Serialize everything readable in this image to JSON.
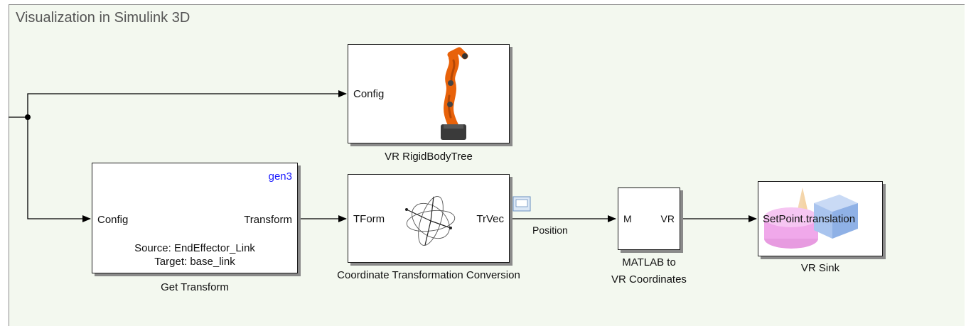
{
  "area": {
    "title": "Visualization in Simulink 3D"
  },
  "blocks": {
    "vr_rigid_body_tree": {
      "name": "VR RigidBodyTree",
      "in_port": "Config"
    },
    "get_transform": {
      "name": "Get Transform",
      "robot_tag": "gen3",
      "in_port": "Config",
      "out_port": "Transform",
      "source": "Source: EndEffector_Link",
      "target": "Target: base_link"
    },
    "coord_conversion": {
      "name": "Coordinate Transformation Conversion",
      "in_port": "TForm",
      "out_port": "TrVec"
    },
    "matlab_to_vr": {
      "name_line1": "MATLAB to",
      "name_line2": "VR Coordinates",
      "in_port": "M",
      "out_port": "VR"
    },
    "vr_sink": {
      "name": "VR Sink",
      "in_port": "SetPoint.translation"
    }
  },
  "signals": {
    "position_label": "Position"
  },
  "colors": {
    "robot_orange": "#e8620a",
    "robot_base": "#3a3a3a",
    "port_text": "#111111",
    "robot_tag": "#1a1aff",
    "subsystem_bg": "#f3f8ef"
  },
  "icons": {
    "robot_arm": "robot-arm-icon",
    "rotation_axes": "rotation-axes-icon",
    "viewer": "viewer-icon",
    "vr_shapes": "vr-scene-shapes-icon"
  }
}
